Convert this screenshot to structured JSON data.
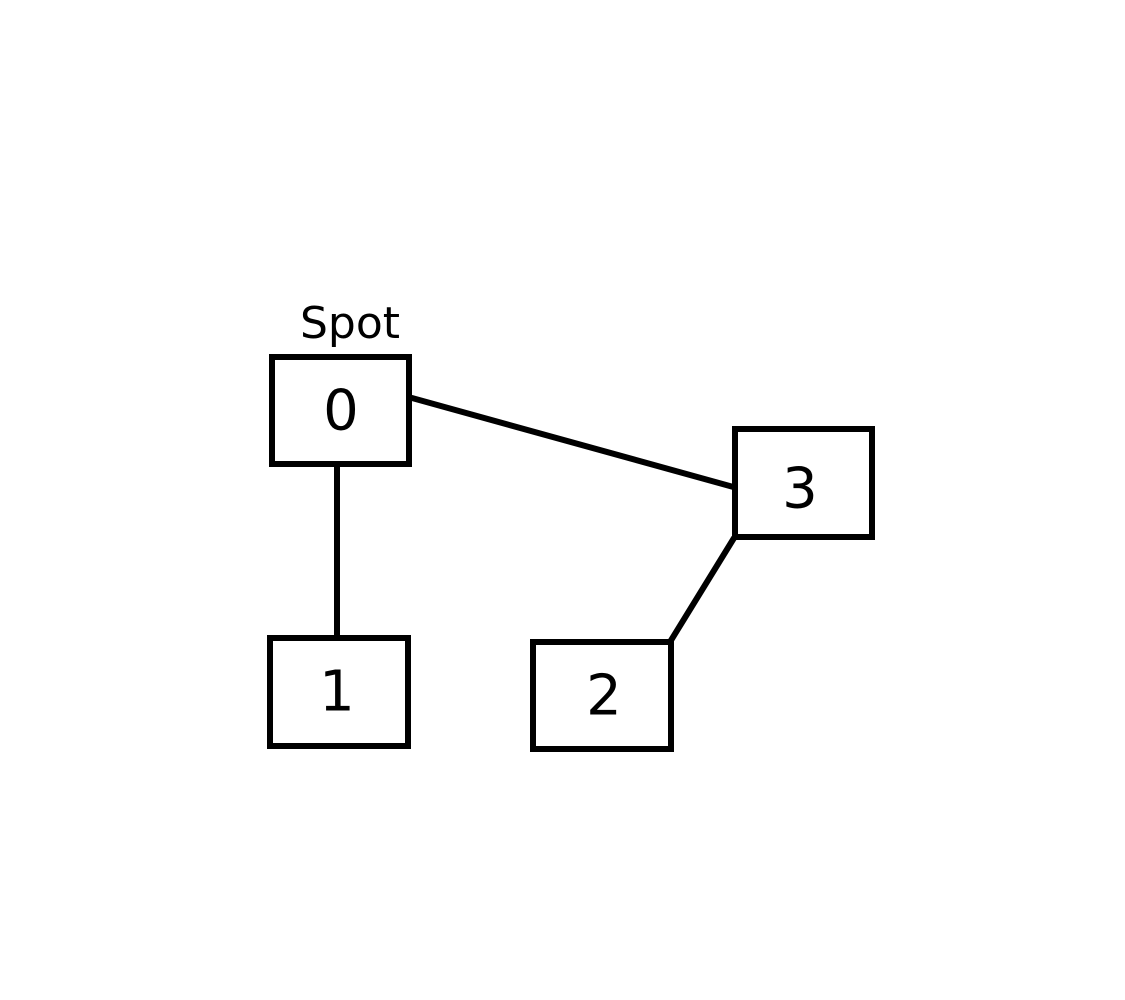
{
  "diagram": {
    "nodes": [
      {
        "id": "0",
        "label": "0",
        "tag": "Spot"
      },
      {
        "id": "1",
        "label": "1",
        "tag": ""
      },
      {
        "id": "2",
        "label": "2",
        "tag": ""
      },
      {
        "id": "3",
        "label": "3",
        "tag": ""
      }
    ],
    "edges": [
      {
        "from": "0",
        "to": "1"
      },
      {
        "from": "0",
        "to": "3"
      },
      {
        "from": "3",
        "to": "2"
      }
    ],
    "colors": {
      "stroke": "#000000",
      "background": "#ffffff"
    }
  }
}
